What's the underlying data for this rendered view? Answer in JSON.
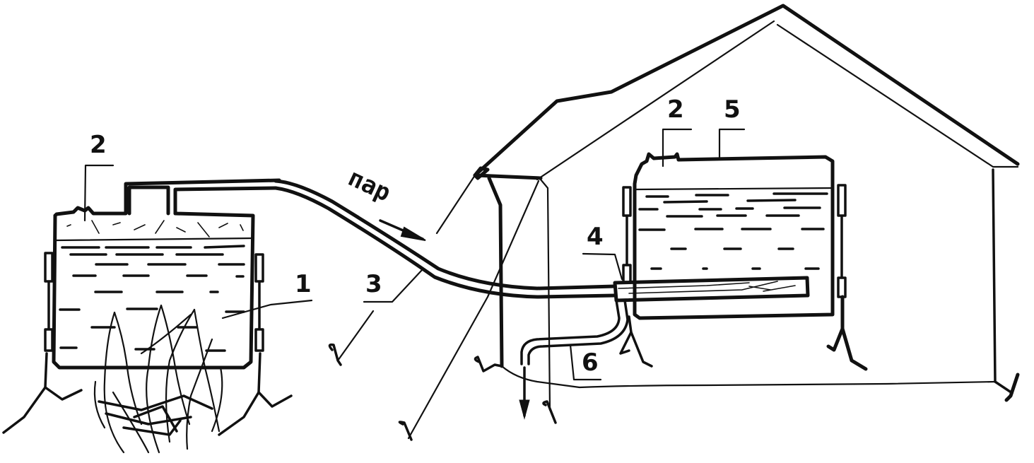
{
  "diagram": {
    "type": "technical-line-drawing",
    "description": "Steam heating scheme: boiler tank over open fire sends steam through pipe into a tank inside a tent-like shelter",
    "colors": {
      "ink": "#111111",
      "background": "#ffffff"
    },
    "labels": {
      "boiler": "1",
      "valve_left": "2",
      "steam_pipe": "3",
      "heat_exchanger": "4",
      "valve_right": "2",
      "tank": "5",
      "drain_pipe": "6",
      "steam_arrow": "пар"
    },
    "components": [
      {
        "id": "1",
        "name": "boiler tank over fire"
      },
      {
        "id": "2",
        "name": "filler cap / valve"
      },
      {
        "id": "3",
        "name": "steam pipe"
      },
      {
        "id": "4",
        "name": "heat exchanger tube"
      },
      {
        "id": "5",
        "name": "water tank in shelter"
      },
      {
        "id": "6",
        "name": "condensate drain pipe"
      }
    ]
  }
}
